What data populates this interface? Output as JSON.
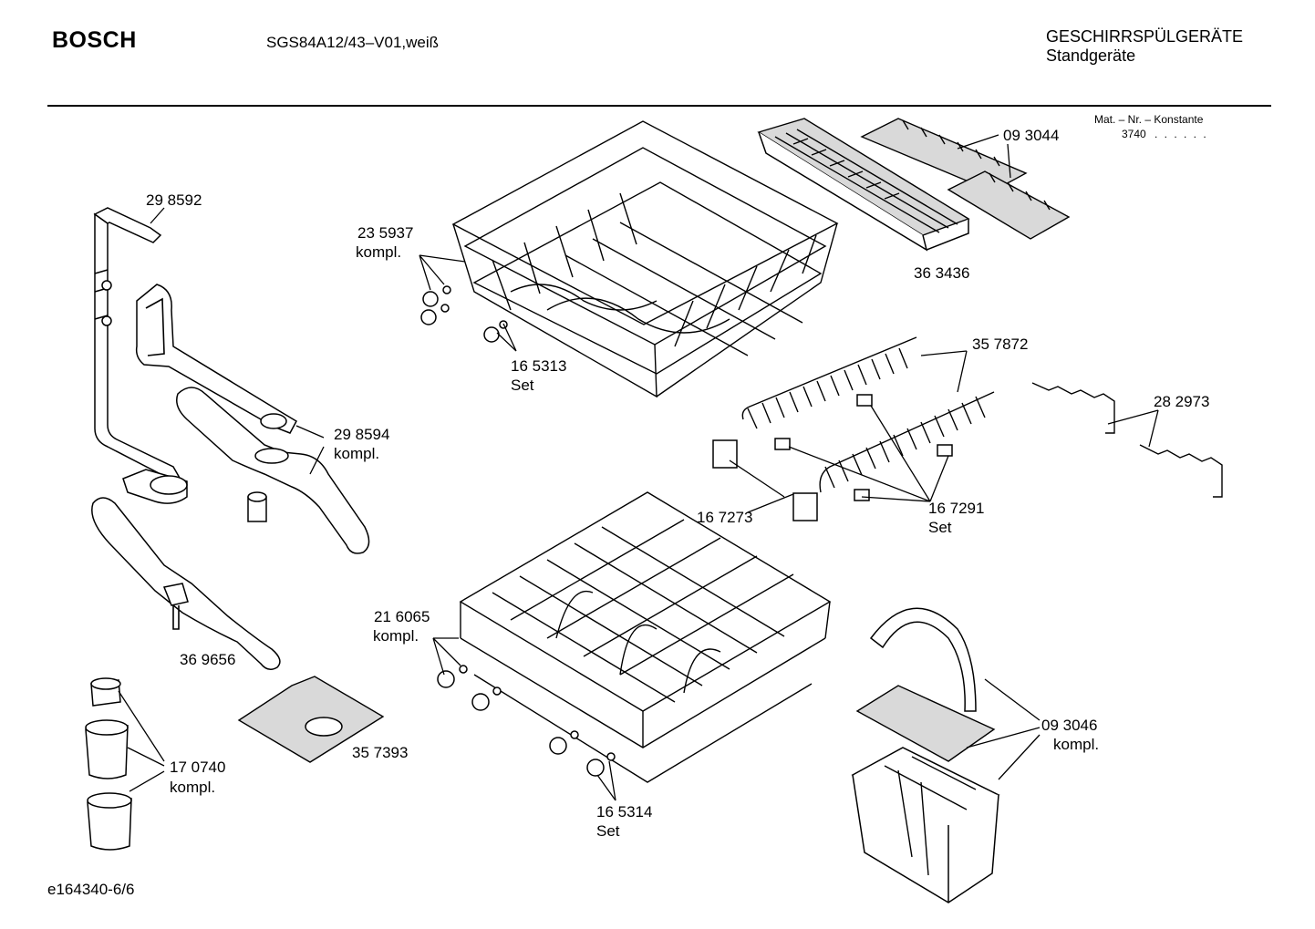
{
  "header": {
    "brand": "BOSCH",
    "model": "SGS84A12/43–V01,weiß",
    "category": "GESCHIRRSPÜLGERÄTE",
    "subcategory": "Standgeräte"
  },
  "mat_info": {
    "label": "Mat. – Nr. – Konstante",
    "value": "3740",
    "dots": ". . . . . ."
  },
  "parts": [
    {
      "number": "29 8592",
      "note": ""
    },
    {
      "number": "23 5937",
      "note": "kompl."
    },
    {
      "number": "09 3044",
      "note": ""
    },
    {
      "number": "36 3436",
      "note": ""
    },
    {
      "number": "16 5313",
      "note": "Set"
    },
    {
      "number": "35 7872",
      "note": ""
    },
    {
      "number": "28 2973",
      "note": ""
    },
    {
      "number": "29 8594",
      "note": "kompl."
    },
    {
      "number": "16 7273",
      "note": ""
    },
    {
      "number": "16 7291",
      "note": "Set"
    },
    {
      "number": "21 6065",
      "note": "kompl."
    },
    {
      "number": "36 9656",
      "note": ""
    },
    {
      "number": "09 3046",
      "note": "kompl."
    },
    {
      "number": "35 7393",
      "note": ""
    },
    {
      "number": "17 0740",
      "note": "kompl."
    },
    {
      "number": "16 5314",
      "note": "Set"
    }
  ],
  "footer": {
    "code": "e164340-6/6"
  }
}
